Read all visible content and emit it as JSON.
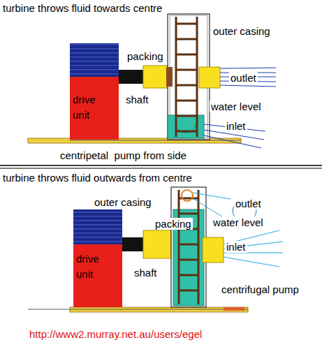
{
  "diagram": {
    "nodes": [
      {
        "text": [
          "drive unit"
        ]
      },
      {
        "text": [
          "drive unit"
        ]
      }
    ],
    "labels": [
      "turbine throws fluid towards centre",
      "packing",
      "outer casing",
      "shaft",
      "outlet",
      "water level",
      "inlet",
      "centripetal  pump from side",
      "turbine throws fluid outwards from centre",
      "outer casing",
      "packing",
      "outlet",
      "water level",
      "inlet",
      "shaft",
      "centrifugal pump",
      "http://www2.murray.net.au/users/egel"
    ]
  }
}
